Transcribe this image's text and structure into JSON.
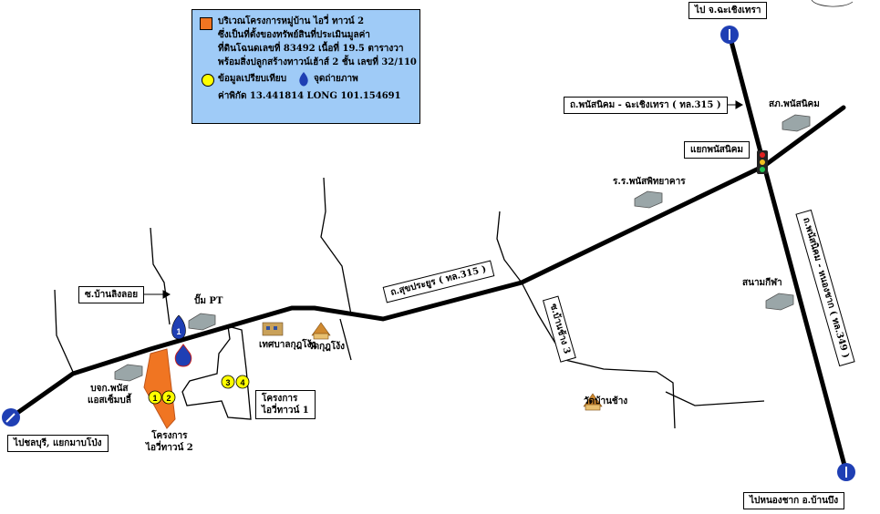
{
  "legend": {
    "line1": "บริเวณโครงการหมู่บ้าน ไอวี่ ทาวน์ 2",
    "line2": "ซึ่งเป็นที่ตั้งของทรัพย์สินที่ประเมินมูลค่า",
    "line3": "ที่ดินโฉนดเลขที่ 83492 เนื้อที่ 19.5 ตารางวา",
    "line4": "พร้อมสิ่งปลูกสร้างทาวน์เฮ้าส์ 2 ชั้น เลขที่ 32/110",
    "compare_label": "ข้อมูลเปรียบเทียบ",
    "photo_label": "จุดถ่ายภาพ",
    "coords": "ค่าพิกัด 13.441814 LONG 101.154691",
    "project_color": "#f07522",
    "compare_color": "#ffff00"
  },
  "labels": {
    "to_chachoengsao": "ไป จ.ฉะเชิงเทรา",
    "road_panat_chachoengsao": "ถ.พนัสนิคม - ฉะเชิงเทรา ( ทล.315 )",
    "sor_kor_panat": "สภ.พนัสนิคม",
    "junction_panat": "แยกพนัสนิคม",
    "school": "ร.ร.พนัสพิทยาคาร",
    "road_panat_nongchak": "ถ.พนัสนิคม - หนองชาก ( ทล.349 )",
    "stadium": "สนามกีฬา",
    "road_sukprayoon": "ถ.สุขประยูร ( ทล.315 )",
    "soi_bansang": "ซ.บ้านช้าง 3",
    "wat_bansang": "วัดบ้านช้าง",
    "to_nongchak": "ไปหนองชาก อ.บ้านบึง",
    "soi_bannonglingloy": "ซ.บ้านลิงลอย",
    "pump_pt": "ปั๊ม PT",
    "municipality": "เทศบาลกุฎโง้ง",
    "wat_kudngong": "วัดกุฎโง้ง",
    "company_line1": "บจก.พนัส",
    "company_line2": "แอสเซ็มบลี้",
    "project_ivy2_line1": "โครงการ",
    "project_ivy2_line2": "ไอวี่ทาวน์ 2",
    "project_ivy1_line1": "โครงการ",
    "project_ivy1_line2": "ไอวี่ทาวน์ 1",
    "to_chonburi": "ไปชลบุรี, แยกมาบโป่ง"
  },
  "markers": {
    "photo_point_number": "1",
    "compare_points": [
      "1",
      "2",
      "3",
      "4"
    ]
  }
}
